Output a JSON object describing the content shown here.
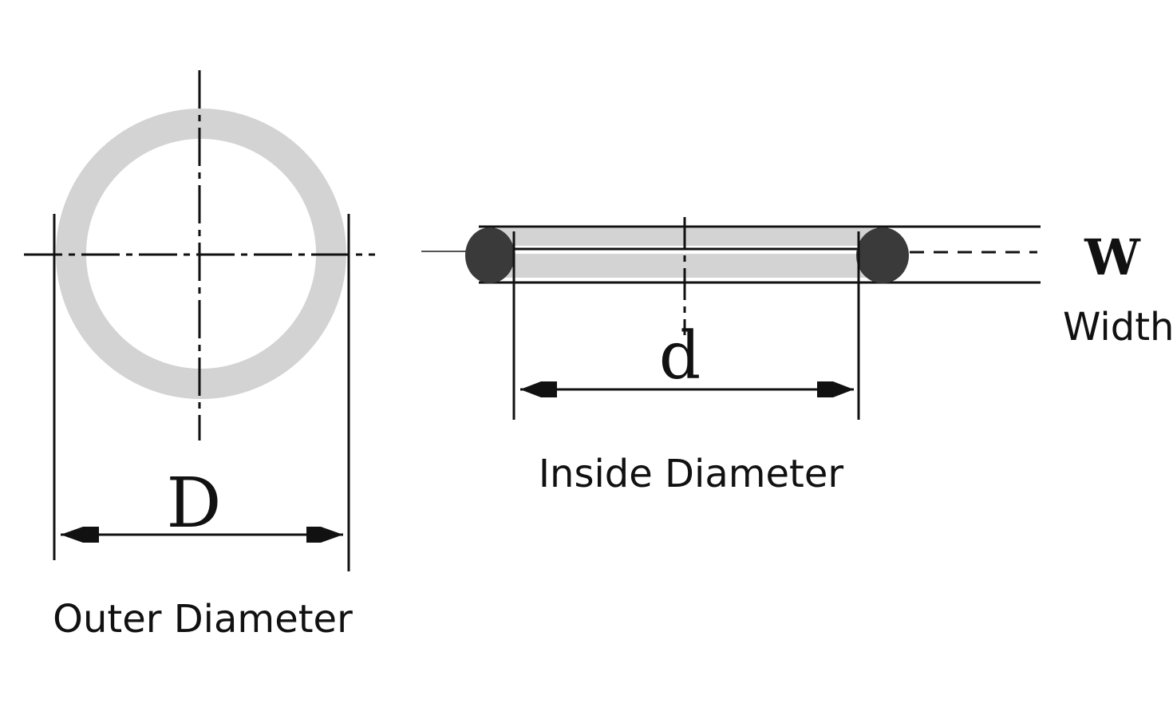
{
  "outer": {
    "symbol": "D",
    "caption": "Outer Diameter"
  },
  "inside": {
    "symbol": "d",
    "caption": "Inside Diameter"
  },
  "width": {
    "symbol": "W",
    "caption": "Width"
  },
  "colors": {
    "ring_fill": "#d3d3d3",
    "section_fill": "#3a3a3a",
    "line": "#111111",
    "background": "#ffffff"
  }
}
